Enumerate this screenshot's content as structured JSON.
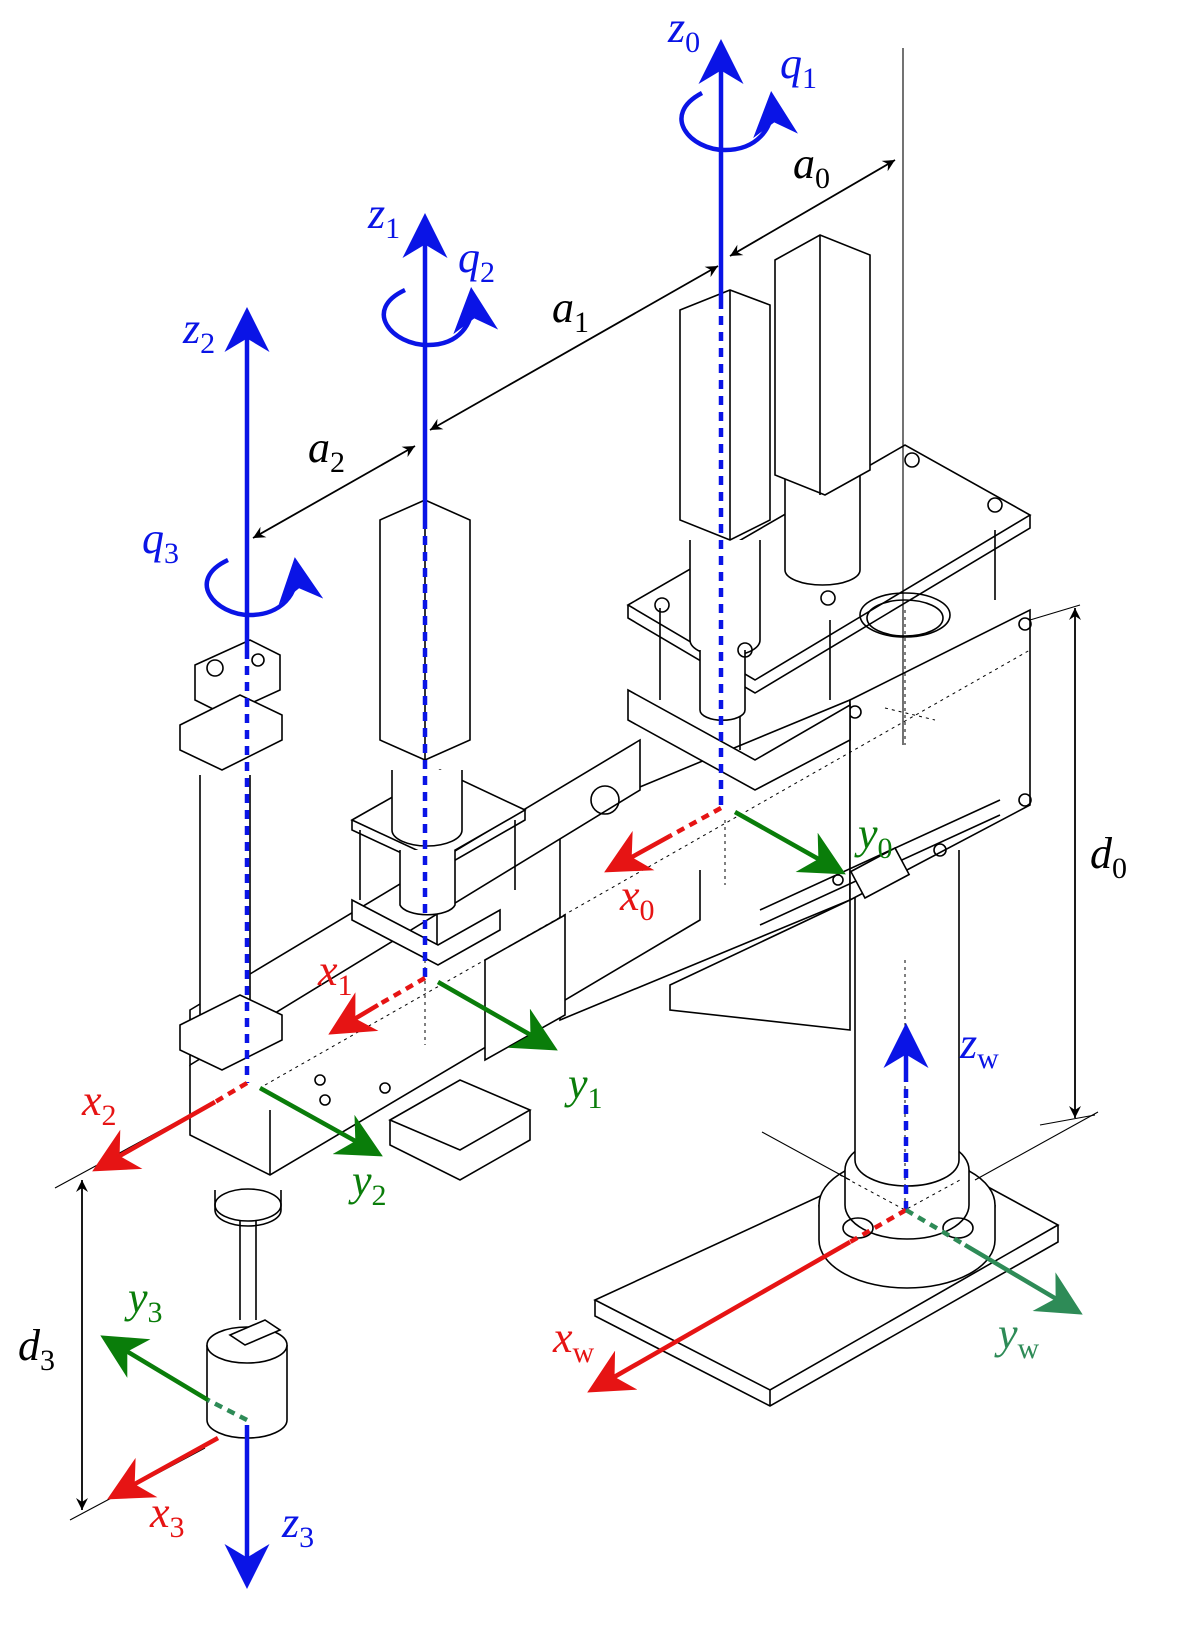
{
  "colors": {
    "z_axis": "#0a14e6",
    "x_axis": "#e61414",
    "y_axis": "#0a7d0a",
    "y_world": "#2e8b57",
    "dimension": "#000000"
  },
  "frames": {
    "z0": {
      "base": "z",
      "sub": "0"
    },
    "z1": {
      "base": "z",
      "sub": "1"
    },
    "z2": {
      "base": "z",
      "sub": "2"
    },
    "z3": {
      "base": "z",
      "sub": "3"
    },
    "zw": {
      "base": "z",
      "sub": "w"
    },
    "x0": {
      "base": "x",
      "sub": "0"
    },
    "x1": {
      "base": "x",
      "sub": "1"
    },
    "x2": {
      "base": "x",
      "sub": "2"
    },
    "x3": {
      "base": "x",
      "sub": "3"
    },
    "xw": {
      "base": "x",
      "sub": "w"
    },
    "y0": {
      "base": "y",
      "sub": "0"
    },
    "y1": {
      "base": "y",
      "sub": "1"
    },
    "y2": {
      "base": "y",
      "sub": "2"
    },
    "y3": {
      "base": "y",
      "sub": "3"
    },
    "yw": {
      "base": "y",
      "sub": "w"
    }
  },
  "joints": {
    "q1": {
      "base": "q",
      "sub": "1"
    },
    "q2": {
      "base": "q",
      "sub": "2"
    },
    "q3": {
      "base": "q",
      "sub": "3"
    }
  },
  "dimensions": {
    "a0": {
      "base": "a",
      "sub": "0"
    },
    "a1": {
      "base": "a",
      "sub": "1"
    },
    "a2": {
      "base": "a",
      "sub": "2"
    },
    "d0": {
      "base": "d",
      "sub": "0"
    },
    "d3": {
      "base": "d",
      "sub": "3"
    }
  }
}
